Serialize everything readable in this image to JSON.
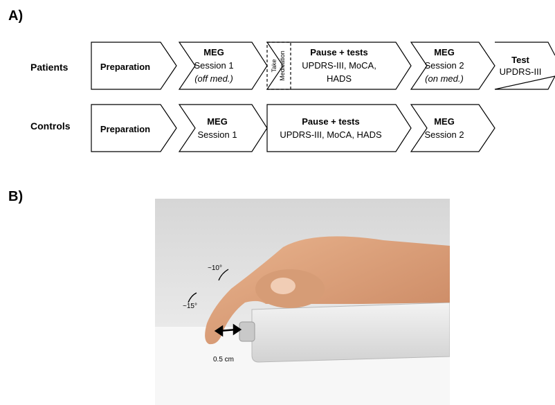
{
  "panels": {
    "a": "A)",
    "b": "B)"
  },
  "rows": {
    "patients": "Patients",
    "controls": "Controls"
  },
  "patients_flow": [
    {
      "title": "Preparation",
      "lines": []
    },
    {
      "title": "MEG",
      "lines": [
        "Session 1",
        "(off med.)"
      ]
    },
    {
      "title": "",
      "lines": [
        "Take",
        "Medication"
      ]
    },
    {
      "title": "Pause + tests",
      "lines": [
        "UPDRS-III, MoCA,",
        "HADS"
      ]
    },
    {
      "title": "MEG",
      "lines": [
        "Session 2",
        "(on med.)"
      ]
    },
    {
      "title": "Test",
      "lines": [
        "UPDRS-III"
      ]
    }
  ],
  "controls_flow": [
    {
      "title": "Preparation",
      "lines": []
    },
    {
      "title": "MEG",
      "lines": [
        "Session 1"
      ]
    },
    {
      "title": "Pause + tests",
      "lines": [
        "UPDRS-III, MoCA, HADS"
      ]
    },
    {
      "title": "MEG",
      "lines": [
        "Session 2"
      ]
    }
  ],
  "photo_annotations": {
    "angle_upper": "~10°",
    "angle_lower": "~15°",
    "distance": "0.5 cm"
  },
  "colors": {
    "stroke": "#000000",
    "fill": "#ffffff"
  }
}
